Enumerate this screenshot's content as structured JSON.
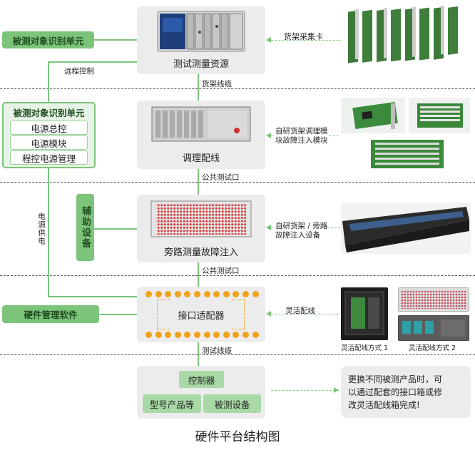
{
  "nodes": {
    "measurement": "测试测量资源",
    "conditioning": "调理配线",
    "bypass": "旁路测量故障注入",
    "adapter": "接口适配器"
  },
  "bottom_group": {
    "controller": "控制器",
    "model_products": "型号产品等",
    "dut": "被测设备"
  },
  "left": {
    "top_title": "被测对象识别单元",
    "panel_title": "被测对象识别单元",
    "panel_items": [
      "电源总控",
      "电源模块",
      "程控电源管理"
    ],
    "aux_device": "辅助设备",
    "hw_software": "硬件管理软件",
    "remote_control": "远程控制",
    "power_supply": "电源供电"
  },
  "links": {
    "rack_cable": "货架线缆",
    "public_port_1": "公共测试口",
    "public_port_2": "公共测试口",
    "test_cable": "测试线缆"
  },
  "right": {
    "daq_card": "货架采集卡",
    "self_cond_line1": "自研货架调理模",
    "self_cond_line2": "块故障注入模块",
    "self_bypass_line1": "自研货架 / 旁路",
    "self_bypass_line2": "故障注入设备",
    "flex_wiring": "灵活配线",
    "flex_mode_1": "灵活配线方式 1",
    "flex_mode_2": "灵活配线方式 2",
    "note_line1": "更换不同被测产品时，可",
    "note_line2": "以通过配套的接口箱或修",
    "note_line3": "改灵活配线箱完成!"
  },
  "caption": "硬件平台结构图"
}
